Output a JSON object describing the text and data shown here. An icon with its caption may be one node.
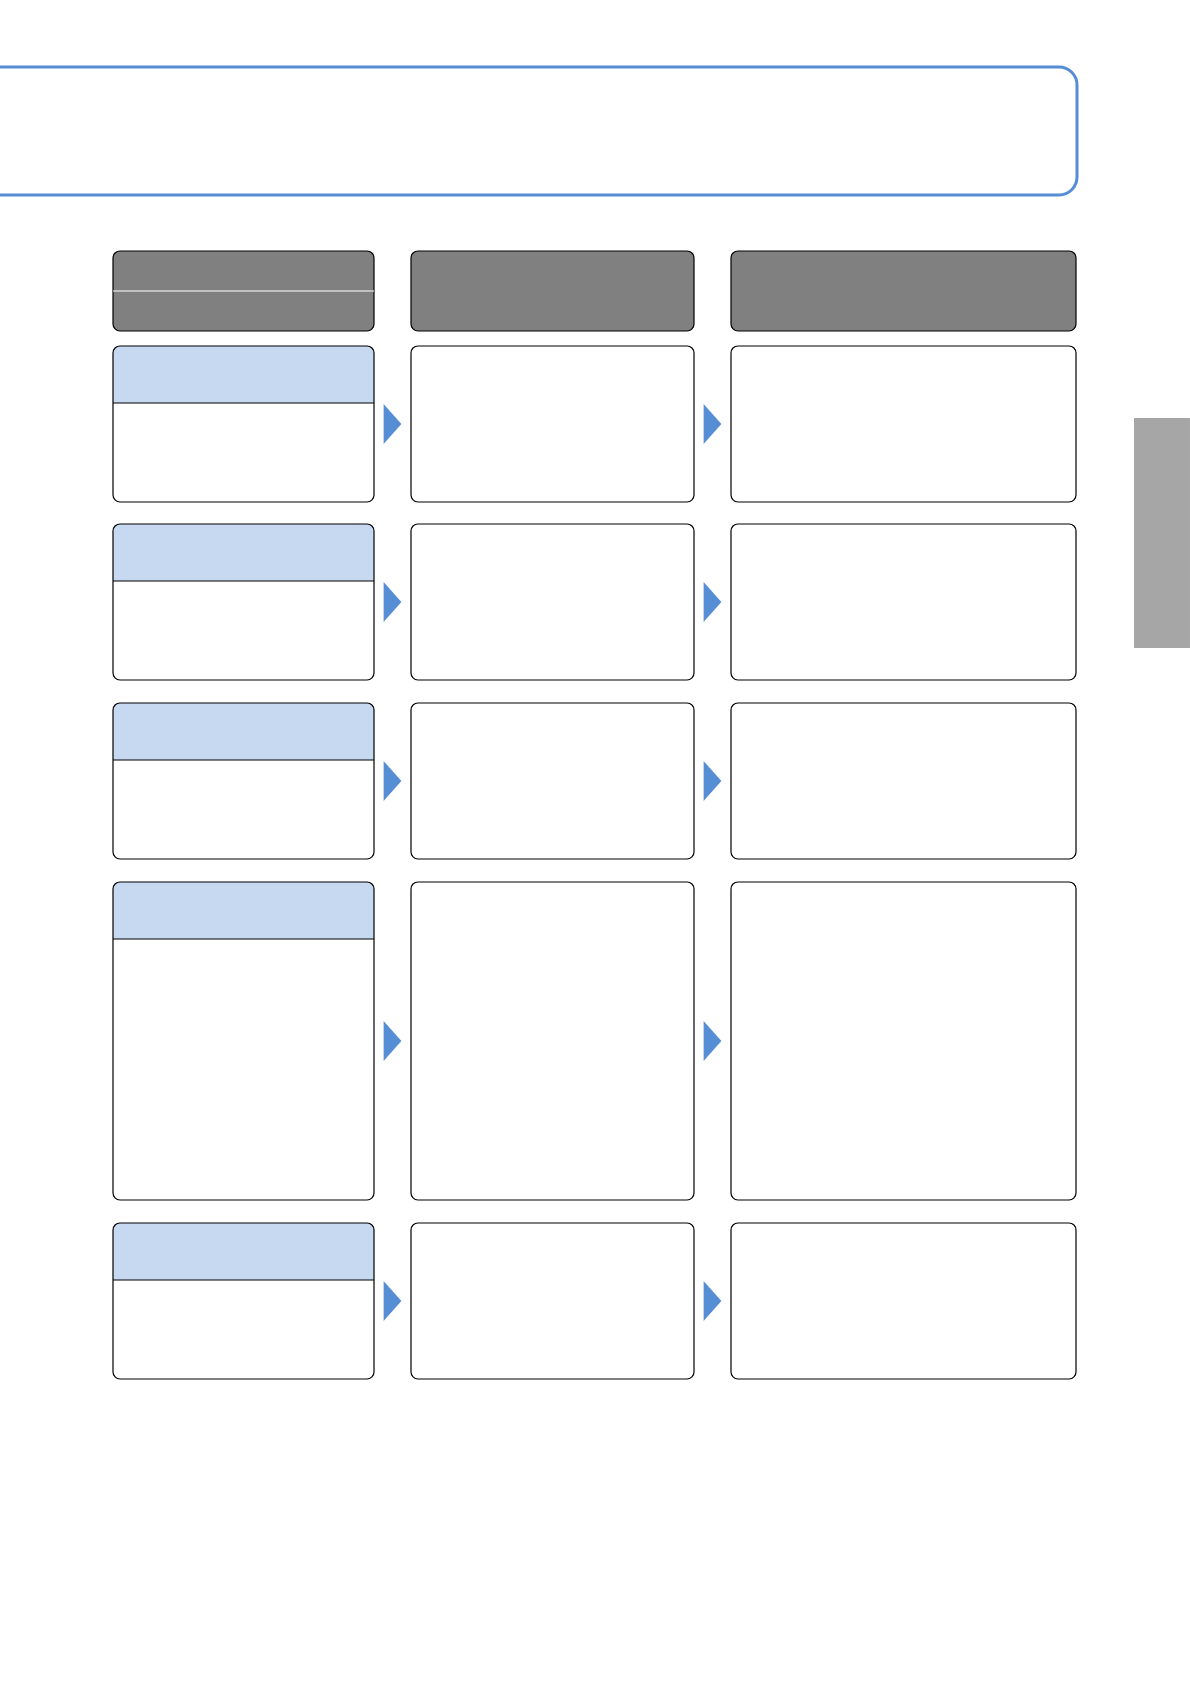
{
  "diagram": {
    "nodes": [
      {
        "text": [],
        "shape": "box"
      },
      {
        "text": [],
        "shape": "box"
      },
      {
        "text": [],
        "shape": "box"
      },
      {
        "text": [],
        "shape": "box"
      },
      {
        "text": [],
        "shape": "box"
      },
      {
        "text": [],
        "shape": "box"
      },
      {
        "text": [],
        "shape": "box"
      },
      {
        "text": [],
        "shape": "box"
      },
      {
        "text": [],
        "shape": "box"
      },
      {
        "text": [],
        "shape": "box"
      },
      {
        "text": [],
        "shape": "box"
      },
      {
        "text": [],
        "shape": "box"
      },
      {
        "text": [],
        "shape": "box"
      },
      {
        "text": [],
        "shape": "box"
      },
      {
        "text": [],
        "shape": "box"
      },
      {
        "text": [],
        "shape": "box"
      },
      {
        "text": [],
        "shape": "box"
      },
      {
        "text": [],
        "shape": "box"
      },
      {
        "text": [],
        "shape": "bar"
      }
    ],
    "edges": [
      {
        "from": 3,
        "to": 4,
        "arrow": "to"
      },
      {
        "from": 4,
        "to": 5,
        "arrow": "to"
      },
      {
        "from": 6,
        "to": 7,
        "arrow": "to"
      },
      {
        "from": 7,
        "to": 8,
        "arrow": "to"
      },
      {
        "from": 9,
        "to": 10,
        "arrow": "to"
      },
      {
        "from": 10,
        "to": 11,
        "arrow": "to"
      },
      {
        "from": 12,
        "to": 13,
        "arrow": "to"
      },
      {
        "from": 13,
        "to": 14,
        "arrow": "to"
      },
      {
        "from": 15,
        "to": 16,
        "arrow": "to"
      },
      {
        "from": 16,
        "to": 17,
        "arrow": "to"
      }
    ]
  }
}
